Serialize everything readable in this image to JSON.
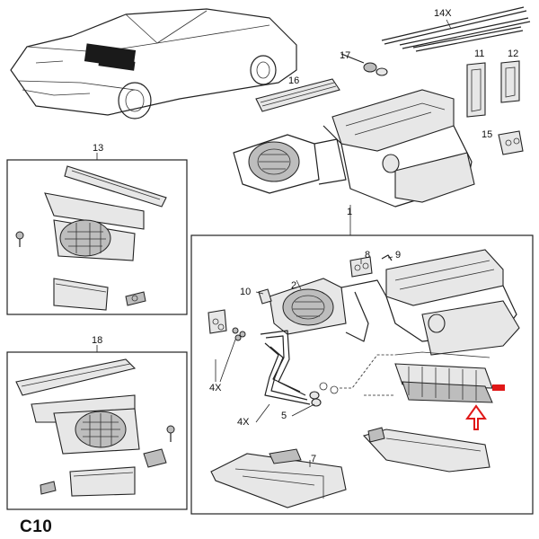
{
  "diagram": {
    "code": "C10",
    "callouts": {
      "p1": "1",
      "p2": "2",
      "p5": "5",
      "p7": "7",
      "p8": "8",
      "p9": "9",
      "p10": "10",
      "p11": "11",
      "p12": "12",
      "p13": "13",
      "p14": "14X",
      "p15": "15",
      "p16": "16",
      "p17": "17",
      "p18": "18",
      "qty_4x_a": "4X",
      "qty_4x_b": "4X"
    },
    "highlight_color": "#e01818"
  }
}
